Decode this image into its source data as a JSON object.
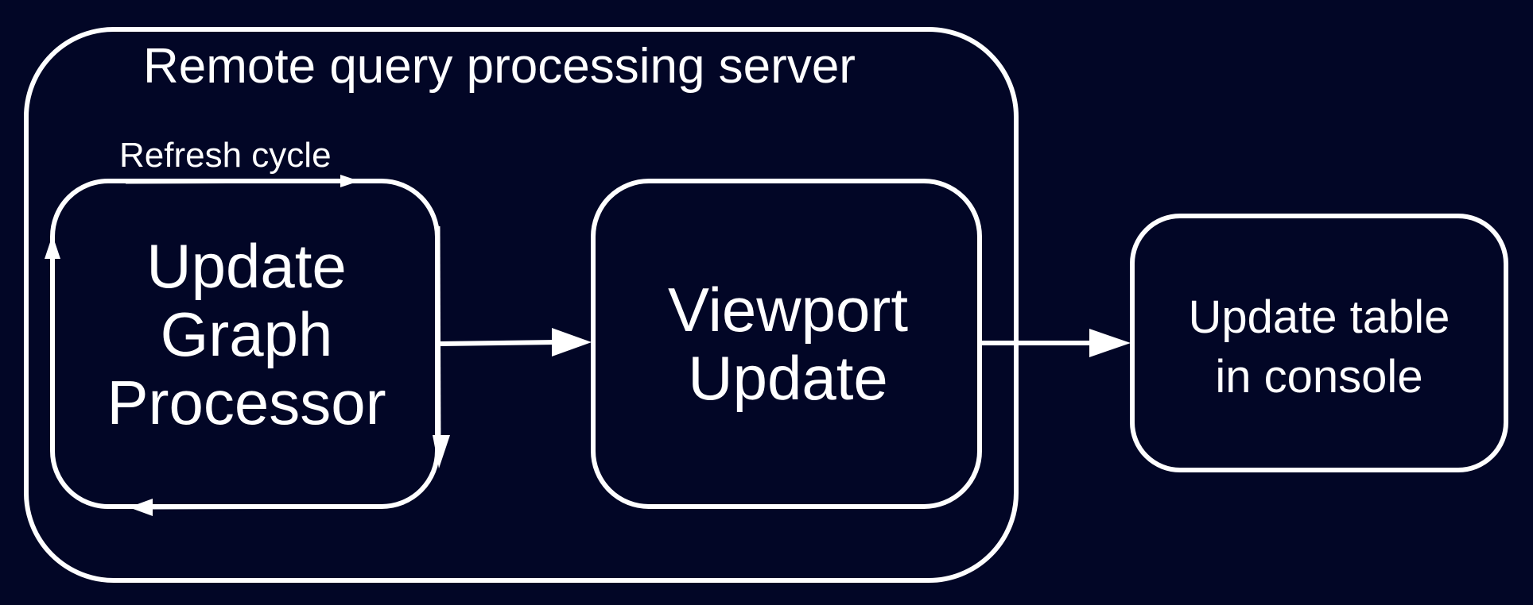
{
  "colors": {
    "background": "#020626",
    "stroke": "#ffffff",
    "text": "#ffffff"
  },
  "server": {
    "title": "Remote query processing server"
  },
  "refresh_cycle": {
    "label": "Refresh cycle"
  },
  "nodes": {
    "graph_processor": {
      "lines": [
        "Update",
        "Graph",
        "Processor"
      ]
    },
    "viewport_update": {
      "lines": [
        "Viewport",
        "Update"
      ]
    },
    "console_table": {
      "lines": [
        "Update table",
        "in console"
      ]
    }
  },
  "edges": [
    {
      "from": "graph_processor",
      "to": "viewport_update"
    },
    {
      "from": "viewport_update",
      "to": "console_table"
    }
  ]
}
